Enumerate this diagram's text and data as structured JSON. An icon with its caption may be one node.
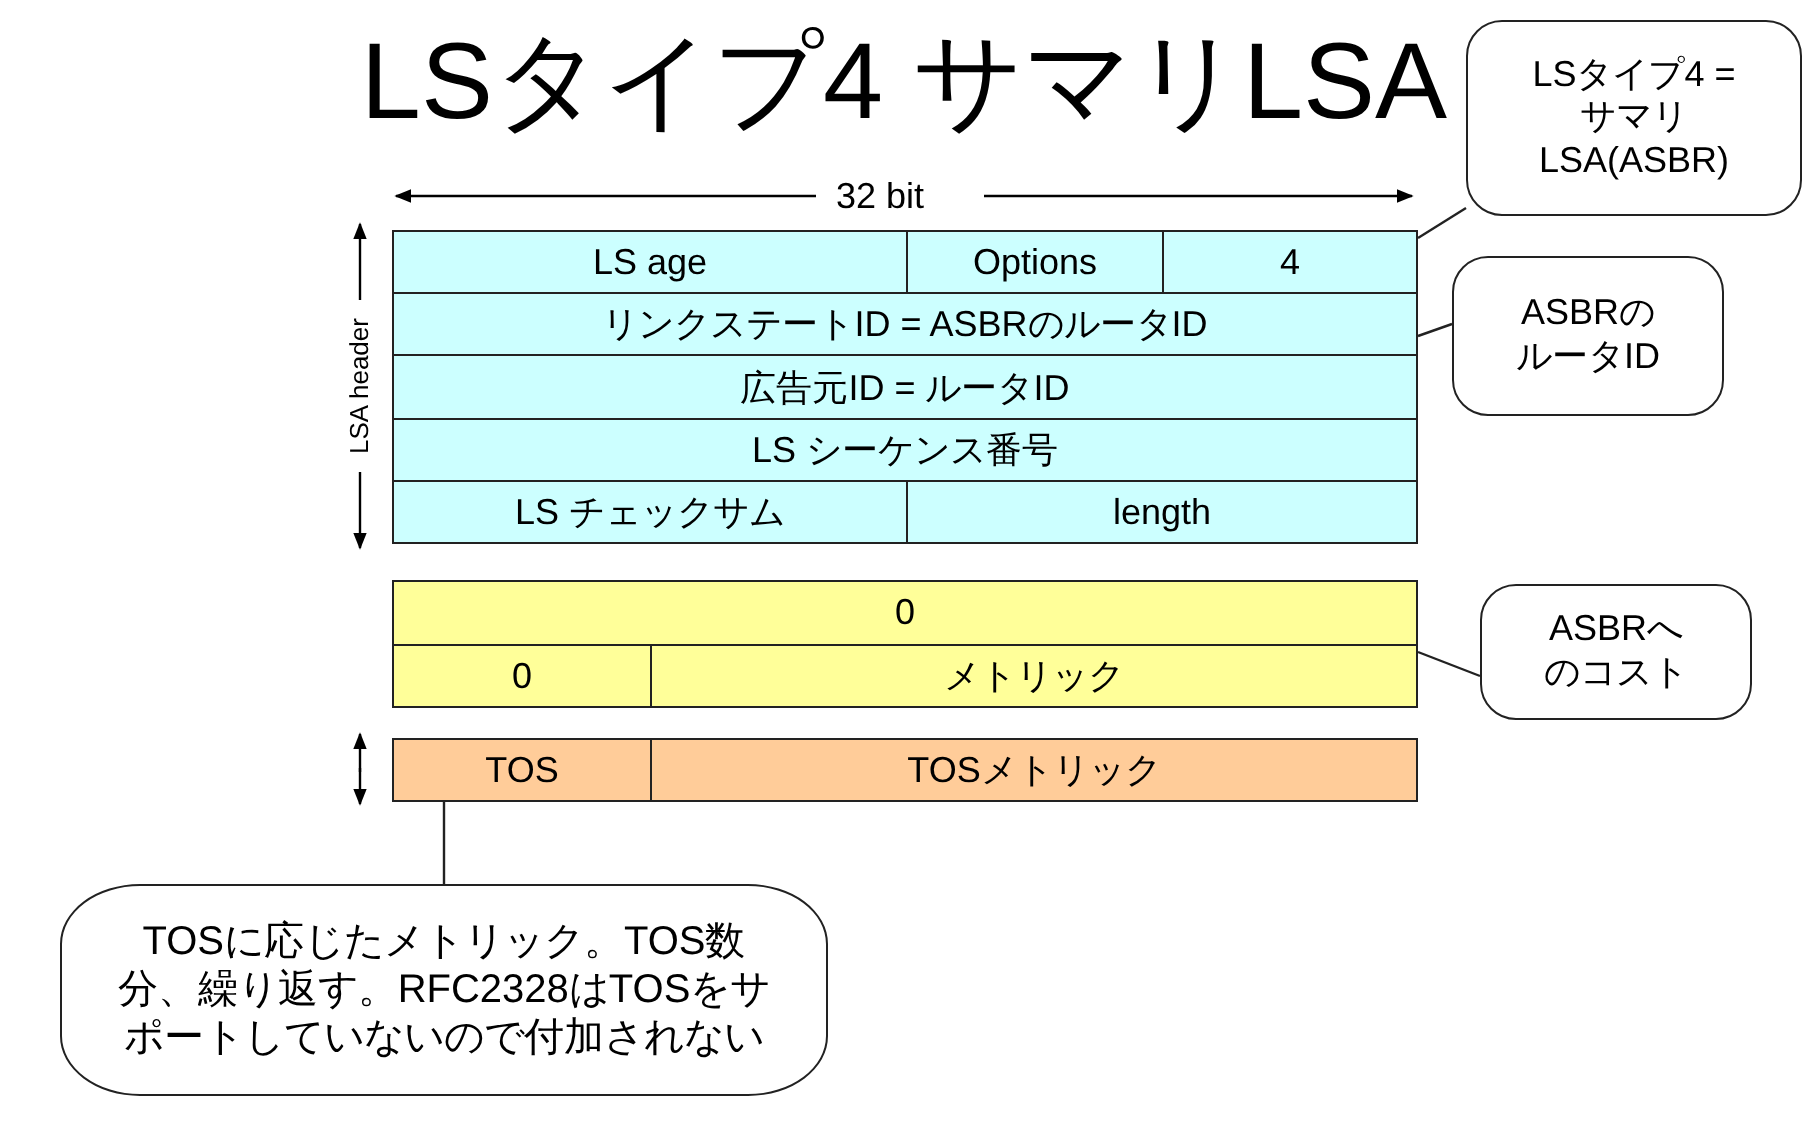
{
  "diagram": {
    "title": "LSタイプ4 サマリLSA",
    "nodes": [
      {
        "text": [
          "LS age"
        ]
      },
      {
        "text": [
          "Options"
        ]
      },
      {
        "text": [
          "4"
        ]
      },
      {
        "text": [
          "リンクステートID = ASBRのルータID"
        ]
      },
      {
        "text": [
          "広告元ID = ルータID"
        ]
      },
      {
        "text": [
          "LS シーケンス番号"
        ]
      },
      {
        "text": [
          "LS チェックサム"
        ]
      },
      {
        "text": [
          "length"
        ]
      },
      {
        "text": [
          "0"
        ]
      },
      {
        "text": [
          "0"
        ]
      },
      {
        "text": [
          "メトリック"
        ]
      },
      {
        "text": [
          "TOS"
        ]
      },
      {
        "text": [
          "TOSメトリック"
        ]
      },
      {
        "text": [
          "LSタイプ4 =サマリLSA(ASBR)"
        ]
      },
      {
        "text": [
          "ASBRのルータID"
        ]
      },
      {
        "text": [
          "ASBRへのコスト"
        ]
      },
      {
        "text": [
          "TOSに応じたメトリック。TOS数分、繰り返す。RFC2328はTOSをサポートしていないので付加されない"
        ]
      }
    ],
    "edges": [
      {
        "from": 13,
        "to": 2,
        "arrow": "none"
      },
      {
        "from": 14,
        "to": 3,
        "arrow": "none"
      },
      {
        "from": 15,
        "to": 10,
        "arrow": "none"
      },
      {
        "from": 16,
        "to": 11,
        "arrow": "none"
      }
    ],
    "labels": [
      "32 bit",
      "LSA header"
    ]
  }
}
